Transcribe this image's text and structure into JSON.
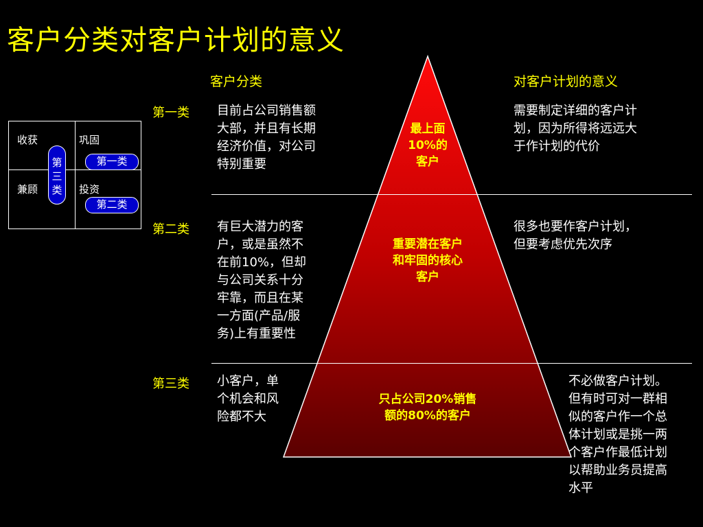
{
  "title": "客户分类对客户计划的意义",
  "headers": {
    "left": "客户分类",
    "right": "对客户计划的意义"
  },
  "grid": {
    "cells": [
      "收获",
      "巩固",
      "兼顾",
      "投资"
    ],
    "pill_vertical": "第三类",
    "pill_class1": "第一类",
    "pill_class2": "第二类"
  },
  "rows": [
    {
      "category": "第一类",
      "description_lines": [
        "目前占公司销售额",
        "大部，并且有长期",
        "经济价值，对公司",
        "特别重要"
      ],
      "pyramid_lines": [
        "最上面",
        "10%的",
        "客户"
      ],
      "meaning_lines": [
        "需要制定详细的客户计",
        "划，因为所得将远远大",
        "于作计划的代价"
      ]
    },
    {
      "category": "第二类",
      "description_lines": [
        "有巨大潜力的客",
        "户，或是虽然不",
        "在前10%，但却",
        "与公司关系十分",
        "牢靠，而且在某",
        "一方面(产品/服",
        "务)上有重要性"
      ],
      "pyramid_lines": [
        "重要潜在客户",
        "和牢固的核心",
        "客户"
      ],
      "meaning_lines": [
        "很多也要作客户计划，",
        "但要考虑优先次序"
      ]
    },
    {
      "category": "第三类",
      "description_lines": [
        "小客户，单",
        "个机会和风",
        "险都不大"
      ],
      "pyramid_lines": [
        "只占公司20%销售",
        "额的80%的客户"
      ],
      "meaning_lines": [
        "不必做客户计划。",
        "但有时可对一群相",
        "似的客户作一个总",
        "体计划或是挑一两",
        "个客户作最低计划",
        "以帮助业务员提高",
        "水平"
      ]
    }
  ],
  "colors": {
    "background": "#000000",
    "title": "#FFFF00",
    "pyramid_top": "#FF0000",
    "pyramid_bottom": "#5A0000",
    "pill": "#0000CC"
  }
}
